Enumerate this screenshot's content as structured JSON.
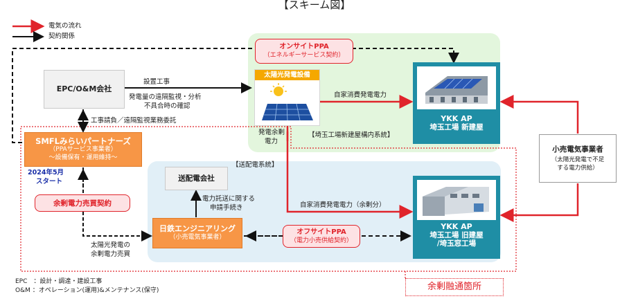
{
  "title": "【スキーム図】",
  "legend": {
    "electricity": "電気の流れ",
    "contract": "契約関係"
  },
  "nodes": {
    "epc": "EPC/O&M会社",
    "smfl": {
      "name": "SMFLみらいパートナーズ",
      "role": "（PPAサービス事業者）",
      "duty": "～設備保有・運用維持～"
    },
    "start": {
      "line1": "2024年5月",
      "line2": "スタート"
    },
    "surplus_contract": "余剰電力売買契約",
    "solar": "太陽光発電設備",
    "ykk_new": {
      "line1": "YKK AP",
      "line2": "埼玉工場 新建屋"
    },
    "ykk_old": {
      "line1": "YKK AP",
      "line2": "埼玉工場 旧建屋",
      "line3": "/埼玉窓工場"
    },
    "tso": "送配電会社",
    "nittetsu": {
      "name": "日鉄エンジニアリング",
      "role": "（小売電気事業者）"
    },
    "retailer": {
      "name": "小売電気事業者",
      "note1": "（太陽光発電で不足",
      "note2": "する電力供給）"
    }
  },
  "pills": {
    "onsite": {
      "line1": "オンサイトPPA",
      "line2": "（エネルギーサービス契約）"
    },
    "offsite": {
      "line1": "オフサイトPPA",
      "line2": "（電力小売供給契約）"
    }
  },
  "labels": {
    "construction": "設置工事",
    "monitoring1": "発電量の遠隔監視・分析",
    "monitoring2": "不具合時の確認",
    "subcontract": "工事請負／遠隔監視業務委託",
    "self_use": "自家消費発電電力",
    "surplus1": "発電余剰",
    "surplus2": "電力",
    "inside_new": "【埼玉工場新建屋構内系統】",
    "grid": "【送配電系統】",
    "wheeling1": "電力託送に関する",
    "wheeling2": "申請手続き",
    "self_use_surplus": "自家消費発電電力（余剰分）",
    "surplus_sale1": "太陽光発電の",
    "surplus_sale2": "余剰電力売買",
    "surplus_area": "余剰融通箇所"
  },
  "footnotes": {
    "epc": "EPC　：設計・調達・建設工事",
    "om": "O&M ：オペレーション(運用)&メンテナンス(保守)"
  },
  "colors": {
    "electric": "#e0242b",
    "contract": "#111111",
    "smfl": "#f79646",
    "ykk": "#1f8ea5",
    "green_zone": "#e3f6dd",
    "blue_zone": "#e1eff7"
  }
}
